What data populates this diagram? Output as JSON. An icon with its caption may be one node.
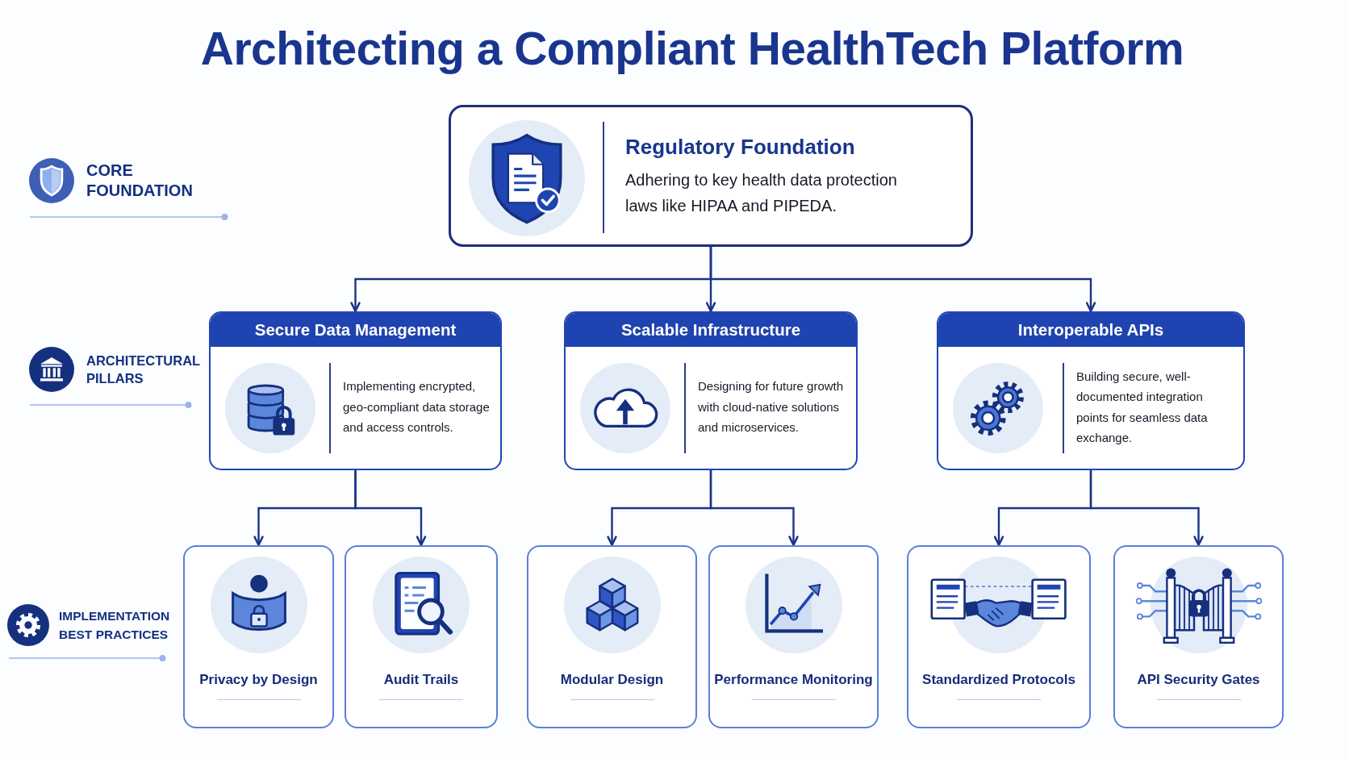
{
  "diagram": {
    "title": "Architecting a Compliant HealthTech Platform",
    "nodes": [
      {
        "text": [
          "Regulatory Foundation",
          "Adhering to key health data protection laws like HIPAA and PIPEDA."
        ]
      },
      {
        "text": [
          "Secure Data Management",
          "Implementing encrypted, geo-compliant data storage and access controls."
        ]
      },
      {
        "text": [
          "Scalable Infrastructure",
          "Designing for future growth with cloud-native solutions and microservices."
        ]
      },
      {
        "text": [
          "Interoperable APIs",
          "Building secure, well-documented integration points for seamless data exchange."
        ]
      },
      {
        "text": [
          "Privacy by Design"
        ]
      },
      {
        "text": [
          "Audit Trails"
        ]
      },
      {
        "text": [
          "Modular Design"
        ]
      },
      {
        "text": [
          "Performance Monitoring"
        ]
      },
      {
        "text": [
          "Standardized Protocols"
        ]
      },
      {
        "text": [
          "API Security Gates"
        ]
      }
    ],
    "edges": [
      {
        "from": 0,
        "to": 1,
        "arrow": "to"
      },
      {
        "from": 0,
        "to": 2,
        "arrow": "to"
      },
      {
        "from": 0,
        "to": 3,
        "arrow": "to"
      },
      {
        "from": 1,
        "to": 4,
        "arrow": "to"
      },
      {
        "from": 1,
        "to": 5,
        "arrow": "to"
      },
      {
        "from": 2,
        "to": 6,
        "arrow": "to"
      },
      {
        "from": 2,
        "to": 7,
        "arrow": "to"
      },
      {
        "from": 3,
        "to": 8,
        "arrow": "to"
      },
      {
        "from": 3,
        "to": 9,
        "arrow": "to"
      }
    ],
    "labels": [
      "CORE FOUNDATION",
      "ARCHITECTURAL PILLARS",
      "IMPLEMENTATION BEST PRACTICES"
    ]
  }
}
